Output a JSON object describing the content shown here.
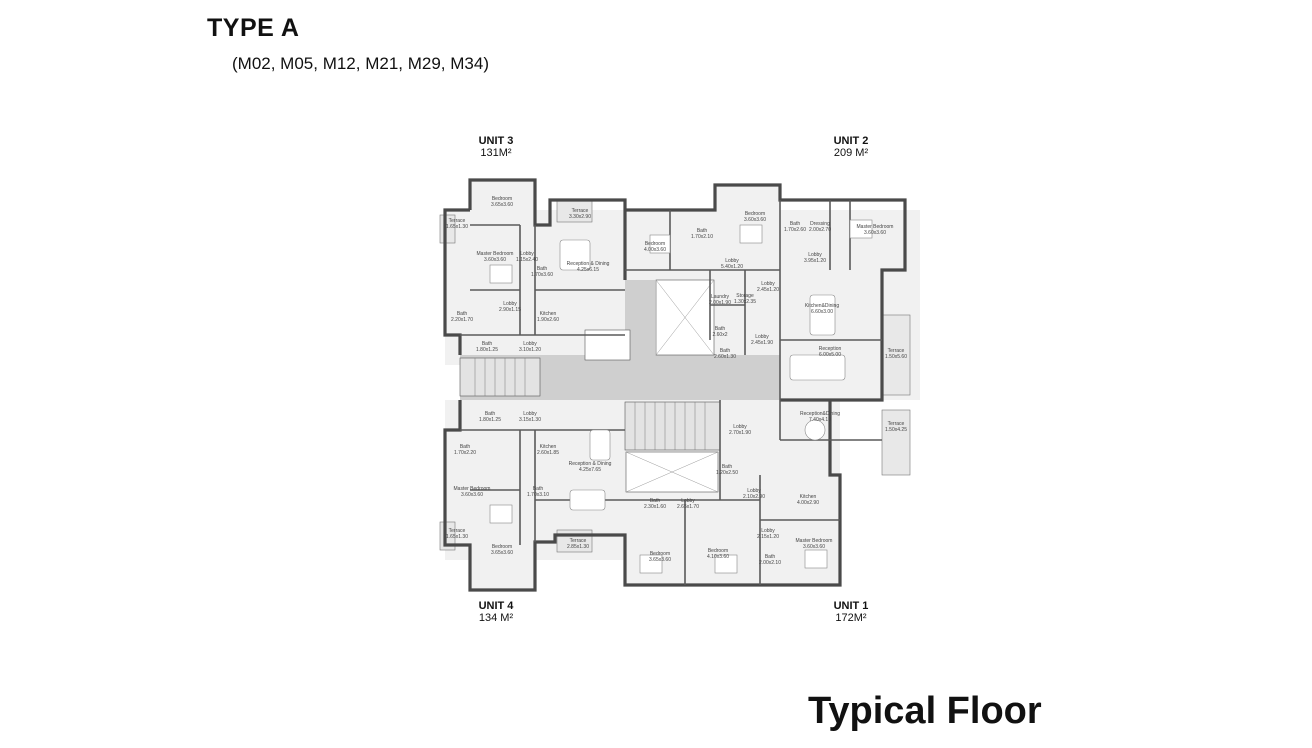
{
  "header": {
    "title": "TYPE A",
    "models": "(M02, M05, M12, M21, M29, M34)"
  },
  "units": [
    {
      "name": "UNIT 3",
      "area": "131M²"
    },
    {
      "name": "UNIT 2",
      "area": "209 M²"
    },
    {
      "name": "UNIT 4",
      "area": "134 M²"
    },
    {
      "name": "UNIT 1",
      "area": "172M²"
    }
  ],
  "rooms": [
    {
      "label": "Bedroom",
      "dims": "3.65x3.60"
    },
    {
      "label": "Terrace",
      "dims": "1.65x1.30"
    },
    {
      "label": "Master Bedroom",
      "dims": "3.60x3.60"
    },
    {
      "label": "Lobby",
      "dims": "1.15x2.40"
    },
    {
      "label": "Bath",
      "dims": "1.70x3.60"
    },
    {
      "label": "Lobby",
      "dims": "2.90x1.15"
    },
    {
      "label": "Bath",
      "dims": "2.20x1.70"
    },
    {
      "label": "Kitchen",
      "dims": "1.90x2.60"
    },
    {
      "label": "Bath",
      "dims": "1.80x1.25"
    },
    {
      "label": "Lobby",
      "dims": "3.10x1.20"
    },
    {
      "label": "Terrace",
      "dims": "3.30x2.90"
    },
    {
      "label": "Reception & Dining",
      "dims": "4.25x6.15"
    },
    {
      "label": "Bedroom",
      "dims": "4.00x3.60"
    },
    {
      "label": "Bath",
      "dims": "1.70x2.10"
    },
    {
      "label": "Bedroom",
      "dims": "3.60x3.60"
    },
    {
      "label": "Bath",
      "dims": "1.70x2.60"
    },
    {
      "label": "Dressing",
      "dims": "2.00x2.70"
    },
    {
      "label": "Master Bedroom",
      "dims": "3.60x3.60"
    },
    {
      "label": "Lobby",
      "dims": "5.40x1.20"
    },
    {
      "label": "Lobby",
      "dims": "3.95x1.20"
    },
    {
      "label": "Lobby",
      "dims": "2.45x1.20"
    },
    {
      "label": "Laundry",
      "dims": "2.00x1.90"
    },
    {
      "label": "Storage",
      "dims": "1.30x2.35"
    },
    {
      "label": "Kitchen&Dining",
      "dims": "6.60x3.00"
    },
    {
      "label": "Bath",
      "dims": "2.60x2"
    },
    {
      "label": "Lobby",
      "dims": "2.45x1.90"
    },
    {
      "label": "Bath",
      "dims": "2.60x1.30"
    },
    {
      "label": "Reception",
      "dims": "6.00x5.00"
    },
    {
      "label": "Terrace",
      "dims": "1.50x5.60"
    },
    {
      "label": "Bath",
      "dims": "1.80x1.25"
    },
    {
      "label": "Lobby",
      "dims": "3.15x1.30"
    },
    {
      "label": "Reception&Dining",
      "dims": "7.40x4.10"
    },
    {
      "label": "Terrace",
      "dims": "1.50x4.25"
    },
    {
      "label": "Bath",
      "dims": "1.70x2.20"
    },
    {
      "label": "Kitchen",
      "dims": "2.60x1.85"
    },
    {
      "label": "Reception & Dining",
      "dims": "4.25x7.65"
    },
    {
      "label": "Lobby",
      "dims": "2.70x1.90"
    },
    {
      "label": "Bath",
      "dims": "1.20x2.50"
    },
    {
      "label": "Master Bedroom",
      "dims": "3.60x3.60"
    },
    {
      "label": "Bath",
      "dims": "1.70x3.10"
    },
    {
      "label": "Lobby",
      "dims": "2.10x2.90"
    },
    {
      "label": "Kitchen",
      "dims": "4.00x2.90"
    },
    {
      "label": "Bath",
      "dims": "2.30x1.60"
    },
    {
      "label": "Lobby",
      "dims": "2.65x1.70"
    },
    {
      "label": "Terrace",
      "dims": "1.65x1.30"
    },
    {
      "label": "Lobby",
      "dims": "2.15x1.20"
    },
    {
      "label": "Bedroom",
      "dims": "3.65x3.60"
    },
    {
      "label": "Terrace",
      "dims": "2.85x1.30"
    },
    {
      "label": "Bedroom",
      "dims": "3.65x3.60"
    },
    {
      "label": "Bedroom",
      "dims": "4.10x3.60"
    },
    {
      "label": "Bath",
      "dims": "2.00x2.10"
    },
    {
      "label": "Master Bedroom",
      "dims": "3.60x3.60"
    }
  ],
  "footer": {
    "title": "Typical Floor"
  }
}
